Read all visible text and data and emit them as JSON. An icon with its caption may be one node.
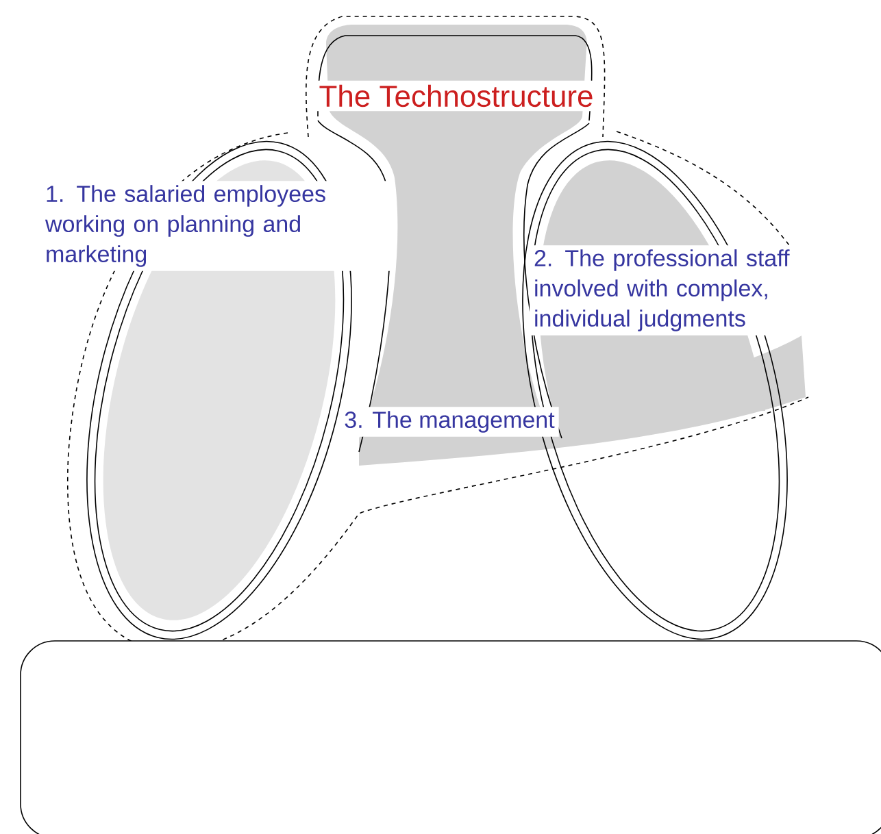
{
  "diagram": {
    "labels": [
      "The Technostructure",
      "1. The salaried employees working on planning and marketing",
      "2. The professional staff involved with complex, individual judgments",
      "3. The management"
    ]
  }
}
